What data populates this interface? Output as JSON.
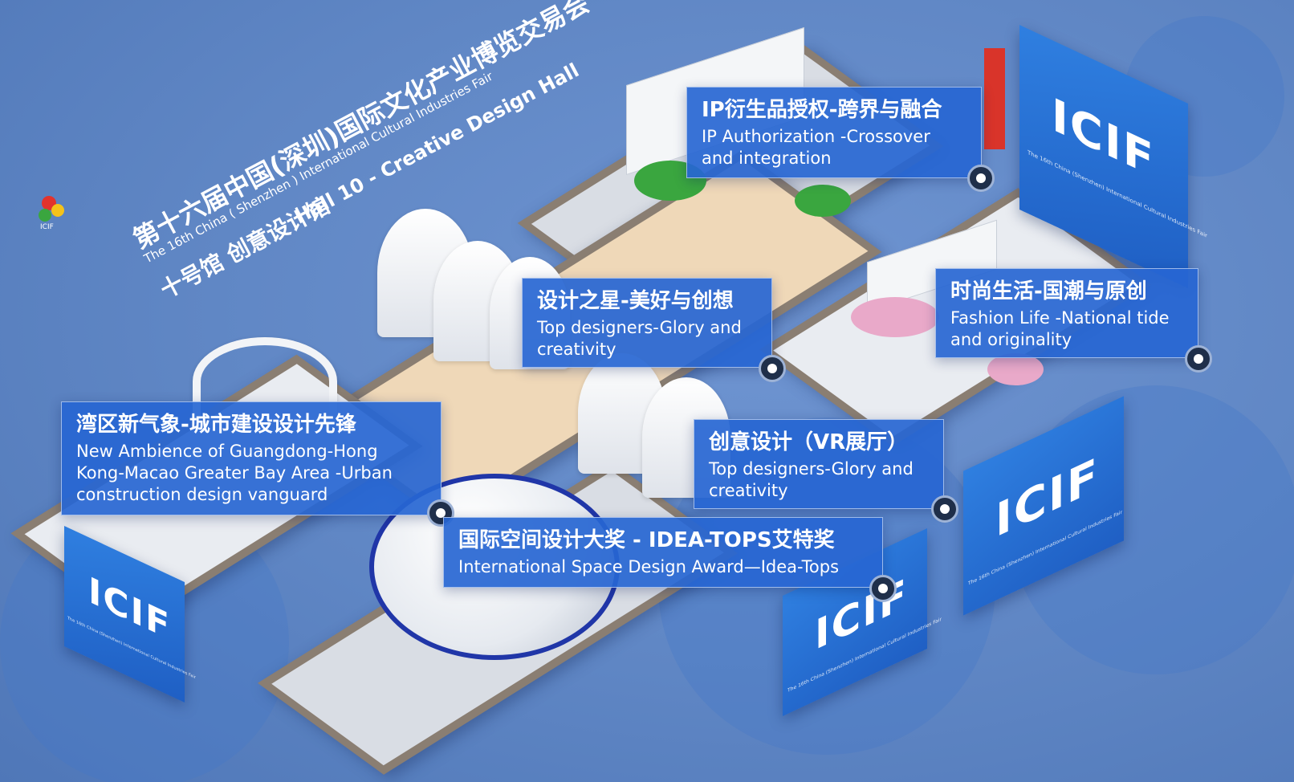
{
  "header": {
    "title_cn": "第十六届中国(深圳)国际文化产业博览交易会",
    "title_en": "The 16th China ( Shenzhen ) International Cultural Industries Fair",
    "hall_cn": "十号馆  创意设计馆",
    "hall_en": "Hall 10 - Creative Design Hall",
    "logo_text": "ICIF"
  },
  "signs": {
    "brand": "ICIF",
    "caption": "The 16th China (Shenzhen) International Cultural Industries Fair"
  },
  "zones": [
    {
      "id": "ip",
      "title_cn": "IP衍生品授权-跨界与融合",
      "title_en": "IP Authorization -Crossover and integration"
    },
    {
      "id": "design-star",
      "title_cn": "设计之星-美好与创想",
      "title_en": "Top designers-Glory and creativity"
    },
    {
      "id": "fashion",
      "title_cn": "时尚生活-国潮与原创",
      "title_en": "Fashion Life -National tide and originality"
    },
    {
      "id": "bay-area",
      "title_cn": "湾区新气象-城市建设设计先锋",
      "title_en": "New Ambience of Guangdong-Hong Kong-Macao Greater Bay Area -Urban construction design vanguard"
    },
    {
      "id": "vr",
      "title_cn": "创意设计（VR展厅）",
      "title_en": "Top designers-Glory and creativity"
    },
    {
      "id": "idea-tops",
      "title_cn": "国际空间设计大奖 - IDEA-TOPS艾特奖",
      "title_en": "International Space Design Award—Idea-Tops"
    }
  ],
  "colors": {
    "background": "#5f86c4",
    "label_bg": "#2766d2",
    "sign_blue": "#2f7fe0",
    "dome_ring": "#2036a8"
  }
}
